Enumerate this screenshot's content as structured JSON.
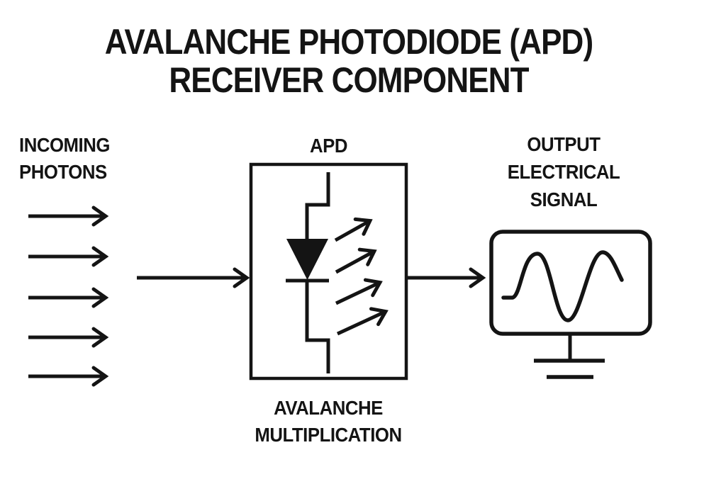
{
  "title": {
    "line1": "AVALANCHE PHOTODIODE (APD)",
    "line2": "RECEIVER COMPONENT"
  },
  "labels": {
    "incoming_photons": {
      "line1": "INCOMING",
      "line2": "PHOTONS"
    },
    "apd": "APD",
    "avalanche_multiplication": {
      "line1": "AVALANCHE",
      "line2": "MULTIPLICATION"
    },
    "output_signal": {
      "line1": "OUTPUT",
      "line2": "ELECTRICAL",
      "line3": "SIGNAL"
    }
  },
  "diagram": {
    "photon_arrow_count": 5,
    "multiplication_arrow_count": 4,
    "colors": {
      "ink": "#141414",
      "background": "#ffffff"
    }
  }
}
